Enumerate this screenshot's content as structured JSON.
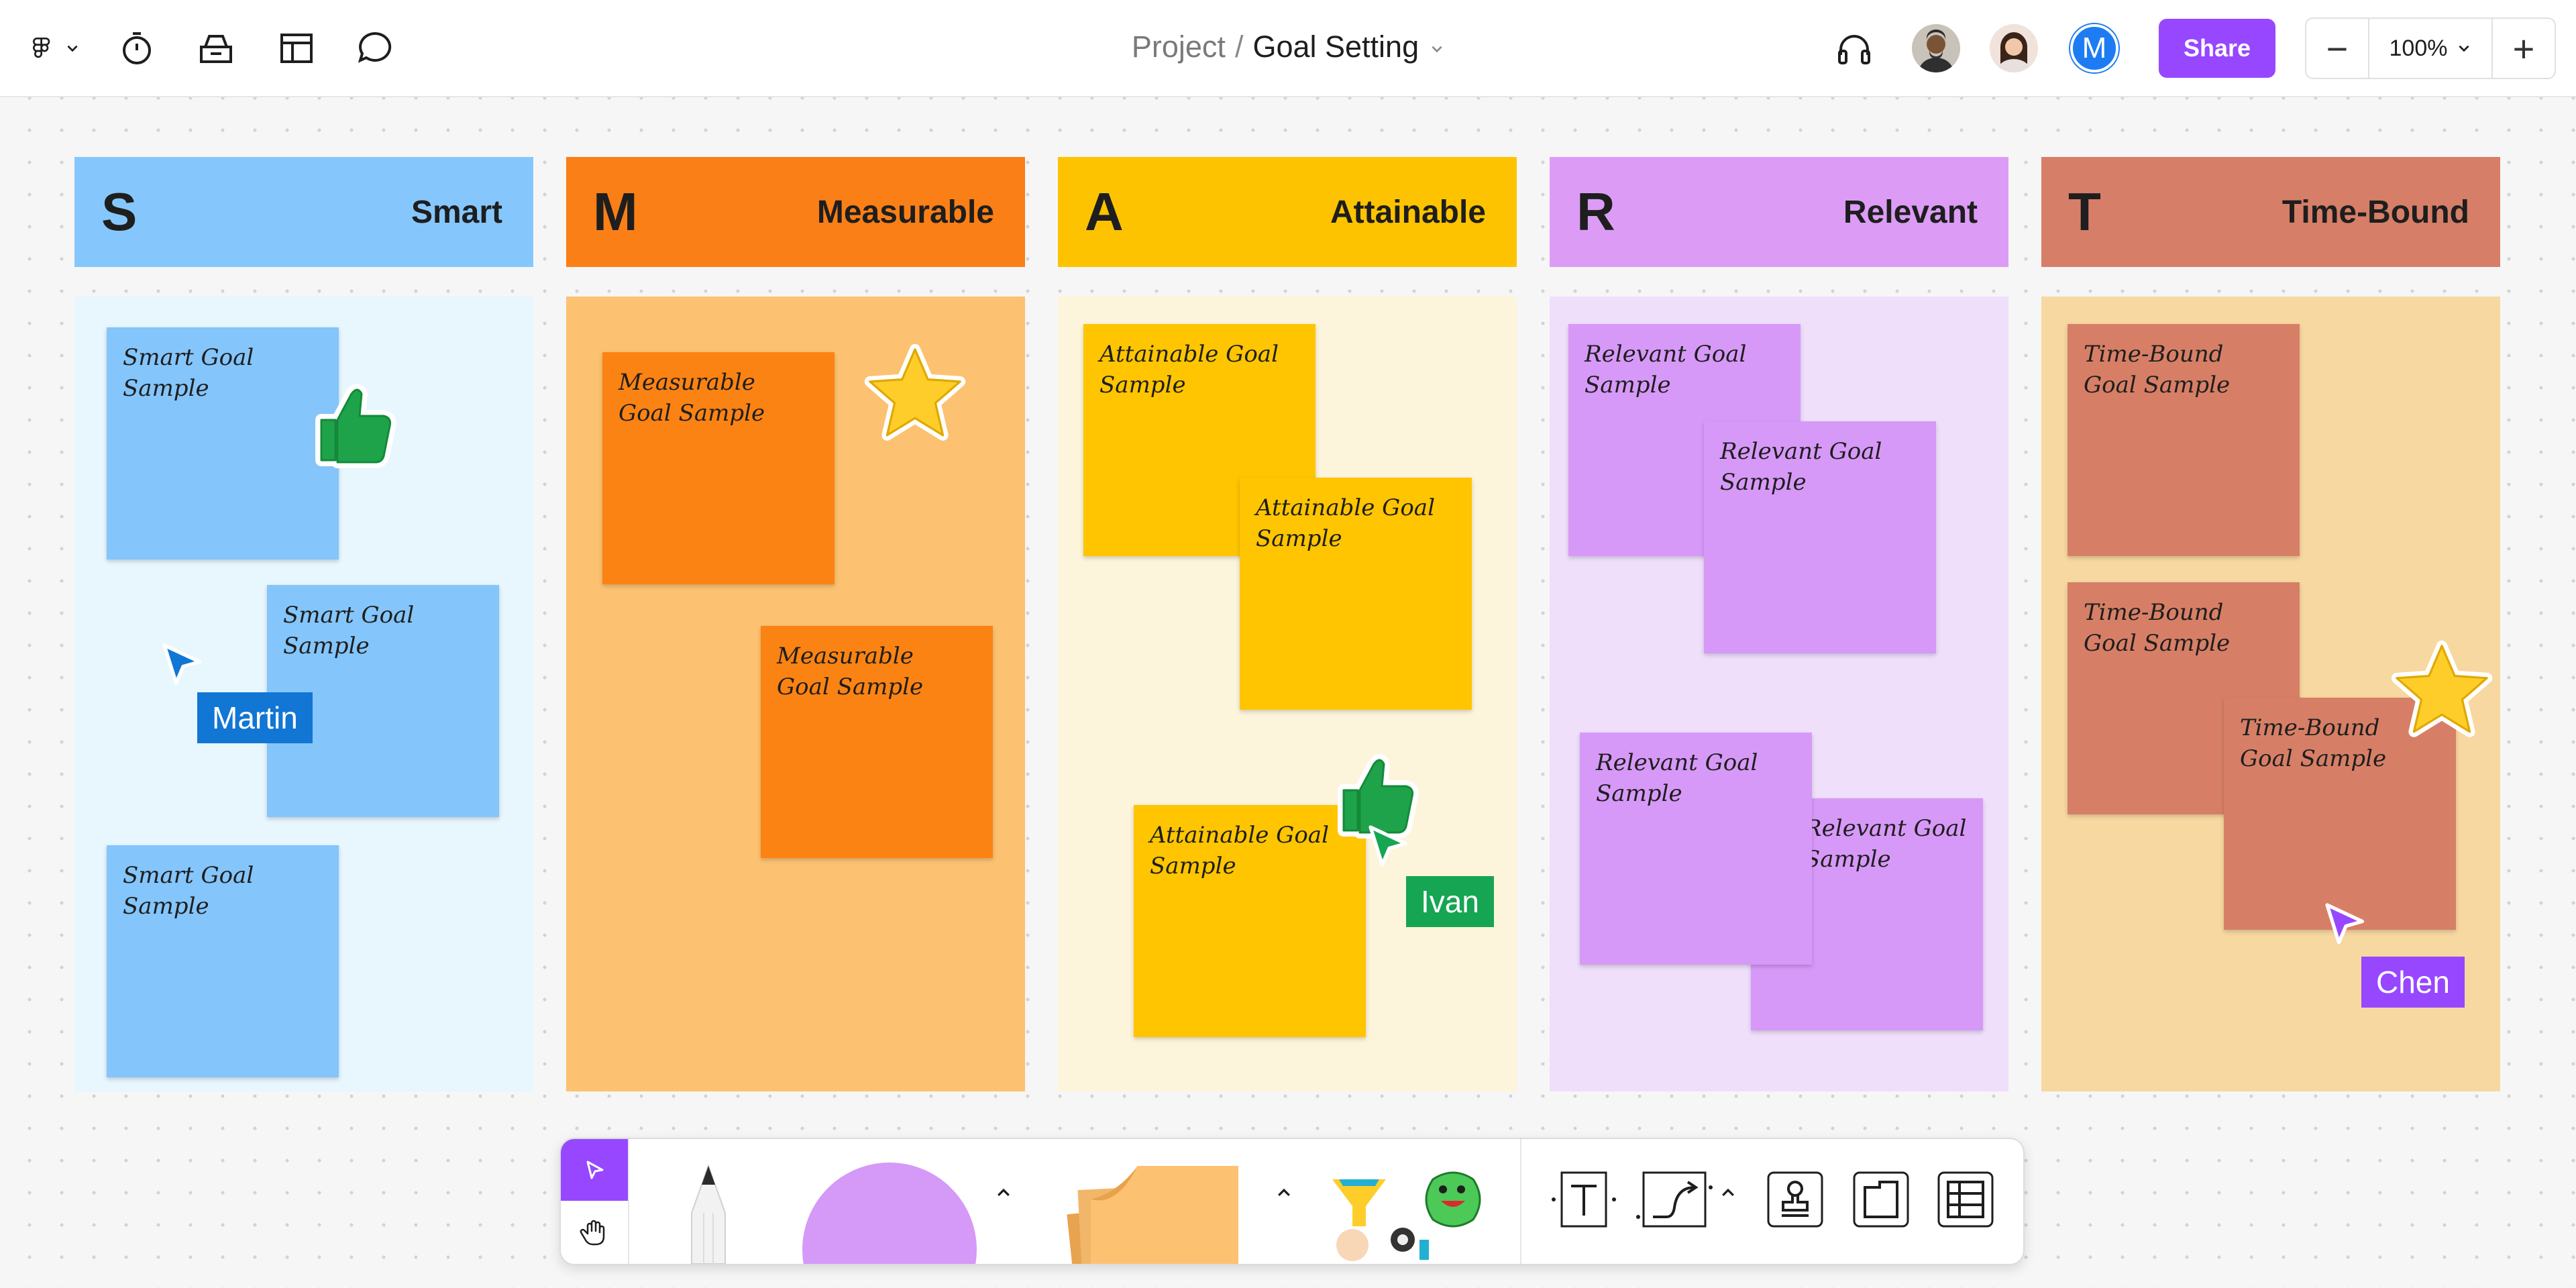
{
  "header": {
    "breadcrumb_project": "Project",
    "breadcrumb_separator": "/",
    "title": "Goal Setting",
    "share_label": "Share",
    "zoom_value": "100%",
    "zoom_out_label": "−",
    "zoom_in_label": "+",
    "avatar_initial": "M",
    "icons": [
      "figma-menu-icon",
      "chevron-down-icon",
      "timer-icon",
      "library-icon",
      "layout-icon",
      "comment-icon",
      "headphones-icon"
    ]
  },
  "columns": [
    {
      "letter": "S",
      "title": "Smart",
      "header_color": "#85c7fd",
      "body_color": "#e8f6fd",
      "notes": [
        "Smart Goal Sample",
        "Smart Goal Sample",
        "Smart Goal Sample"
      ],
      "note_color": "#84c5fb"
    },
    {
      "letter": "M",
      "title": "Measurable",
      "header_color": "#fa7f16",
      "body_color": "#fcc271",
      "notes": [
        "Measurable Goal Sample",
        "Measurable Goal Sample"
      ],
      "note_color": "#fb8313"
    },
    {
      "letter": "A",
      "title": "Attainable",
      "header_color": "#fec300",
      "body_color": "#fdf4dc",
      "notes": [
        "Attainable Goal Sample",
        "Attainable Goal Sample",
        "Attainable Goal Sample"
      ],
      "note_color": "#fec500"
    },
    {
      "letter": "R",
      "title": "Relevant",
      "header_color": "#dc9cf6",
      "body_color": "#efdffb",
      "notes": [
        "Relevant Goal Sample",
        "Relevant Goal Sample",
        "Relevant Goal Sample",
        "Relevant Goal Sample"
      ],
      "note_color": "#d799f8"
    },
    {
      "letter": "T",
      "title": "Time-Bound",
      "header_color": "#d67e67",
      "body_color": "#f8d8a1",
      "notes": [
        "Time-Bound Goal Sample",
        "Time-Bound Goal Sample",
        "Time-Bound Goal Sample"
      ],
      "note_color": "#d77f66"
    }
  ],
  "cursors": [
    {
      "name": "Martin",
      "color": "#1176d4"
    },
    {
      "name": "Ivan",
      "color": "#16a553"
    },
    {
      "name": "Chen",
      "color": "#9747ff"
    }
  ],
  "stickers": [
    "thumbs-up-sticker",
    "star-sticker",
    "thumbs-up-sticker",
    "star-sticker"
  ],
  "toolbar": {
    "tools": [
      "move-tool",
      "hand-tool",
      "pencil-tool",
      "shape-tool",
      "sticky-note-tool",
      "stickers-tool",
      "text-tool",
      "connector-tool",
      "stamp-tool",
      "section-tool",
      "table-tool"
    ],
    "accent": "#9747ff"
  }
}
